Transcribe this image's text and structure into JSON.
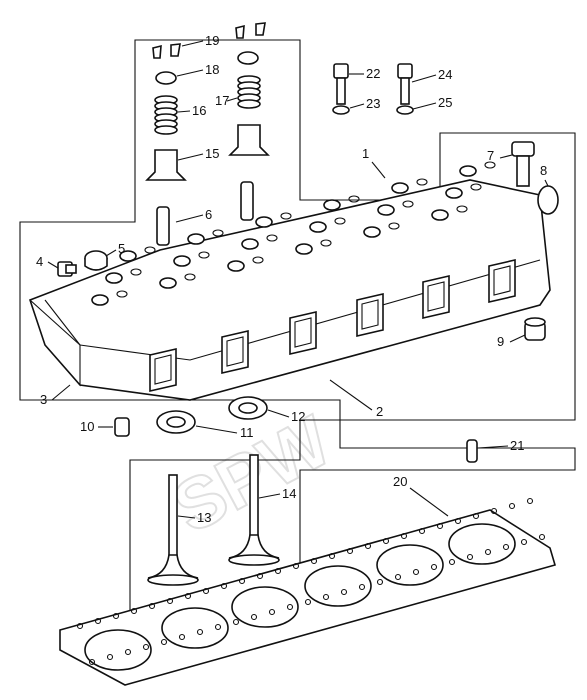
{
  "watermark": "SPW",
  "callouts": [
    {
      "id": "1",
      "label": "1"
    },
    {
      "id": "2",
      "label": "2"
    },
    {
      "id": "3",
      "label": "3"
    },
    {
      "id": "4",
      "label": "4"
    },
    {
      "id": "5",
      "label": "5"
    },
    {
      "id": "6",
      "label": "6"
    },
    {
      "id": "7",
      "label": "7"
    },
    {
      "id": "8",
      "label": "8"
    },
    {
      "id": "9",
      "label": "9"
    },
    {
      "id": "10",
      "label": "10"
    },
    {
      "id": "11",
      "label": "11"
    },
    {
      "id": "12",
      "label": "12"
    },
    {
      "id": "13",
      "label": "13"
    },
    {
      "id": "14",
      "label": "14"
    },
    {
      "id": "15",
      "label": "15"
    },
    {
      "id": "16",
      "label": "16"
    },
    {
      "id": "17",
      "label": "17"
    },
    {
      "id": "18",
      "label": "18"
    },
    {
      "id": "19",
      "label": "19"
    },
    {
      "id": "20",
      "label": "20"
    },
    {
      "id": "21",
      "label": "21"
    },
    {
      "id": "22",
      "label": "22"
    },
    {
      "id": "23",
      "label": "23"
    },
    {
      "id": "24",
      "label": "24"
    },
    {
      "id": "25",
      "label": "25"
    }
  ]
}
